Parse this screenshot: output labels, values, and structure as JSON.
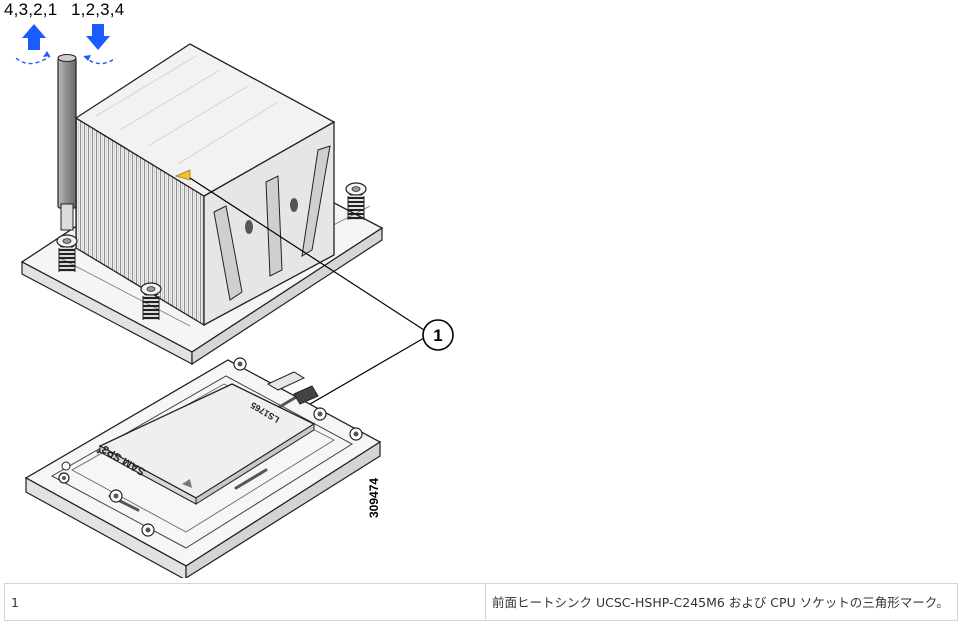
{
  "rotation": {
    "loosen_order": "4,3,2,1",
    "tighten_order": "1,2,3,4",
    "arrow_color": "#1a5cff"
  },
  "figure": {
    "callout_number": "1",
    "socket_text_top": "LS1765",
    "socket_text_main": "SAM SP3",
    "figure_id": "309474",
    "triangle_color": "#f2c230"
  },
  "legend": {
    "rows": [
      {
        "number": "1",
        "description": "前面ヒートシンク UCSC-HSHP-C245M6 および CPU ソケットの三角形マーク。"
      }
    ]
  }
}
